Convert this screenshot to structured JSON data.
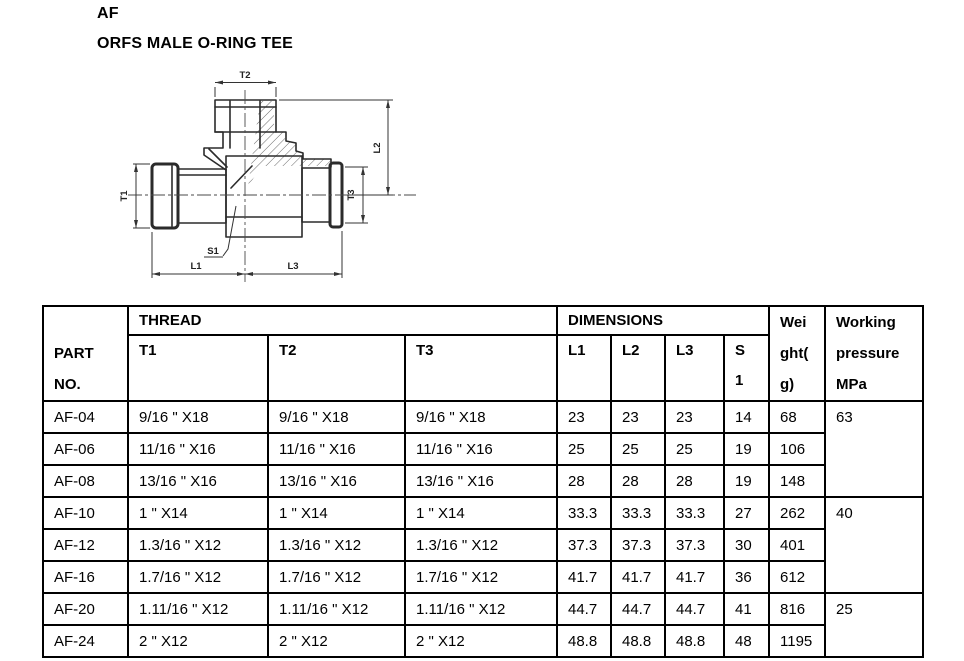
{
  "page": {
    "title": "AF",
    "subtitle": "ORFS MALE O-RING TEE"
  },
  "diagram": {
    "labels": {
      "t1": "T1",
      "t2": "T2",
      "t3": "T3",
      "l1": "L1",
      "l2": "L2",
      "l3": "L3",
      "s1": "S1"
    }
  },
  "table": {
    "header": {
      "part_no_lines": [
        "PART",
        "NO."
      ],
      "thread": "THREAD",
      "dimensions": "DIMENSIONS",
      "t1": "T1",
      "t2": "T2",
      "t3": "T3",
      "l1": "L1",
      "l2": "L2",
      "l3": "L3",
      "s1_lines": [
        "S",
        "1"
      ],
      "weight_lines": [
        "Wei",
        "ght(",
        "g)"
      ],
      "pressure_lines": [
        "Working",
        "pressure",
        "MPa"
      ]
    },
    "rows": [
      {
        "part": "AF-04",
        "t1": "9/16 \" X18",
        "t2": "9/16 \" X18",
        "t3": "9/16 \" X18",
        "l1": "23",
        "l2": "23",
        "l3": "23",
        "s1": "14",
        "weight": "68",
        "pressure": "63"
      },
      {
        "part": "AF-06",
        "t1": "11/16 \" X16",
        "t2": "11/16 \" X16",
        "t3": "11/16 \" X16",
        "l1": "25",
        "l2": "25",
        "l3": "25",
        "s1": "19",
        "weight": "106"
      },
      {
        "part": "AF-08",
        "t1": "13/16 \" X16",
        "t2": "13/16 \" X16",
        "t3": "13/16 \" X16",
        "l1": "28",
        "l2": "28",
        "l3": "28",
        "s1": "19",
        "weight": "148"
      },
      {
        "part": "AF-10",
        "t1": "1 \" X14",
        "t2": "1 \" X14",
        "t3": "1 \" X14",
        "l1": "33.3",
        "l2": "33.3",
        "l3": "33.3",
        "s1": "27",
        "weight": "262",
        "pressure": "40"
      },
      {
        "part": "AF-12",
        "t1": "1.3/16 \" X12",
        "t2": "1.3/16 \" X12",
        "t3": "1.3/16 \" X12",
        "l1": "37.3",
        "l2": "37.3",
        "l3": "37.3",
        "s1": "30",
        "weight": "401"
      },
      {
        "part": "AF-16",
        "t1": "1.7/16 \" X12",
        "t2": "1.7/16 \" X12",
        "t3": "1.7/16 \" X12",
        "l1": "41.7",
        "l2": "41.7",
        "l3": "41.7",
        "s1": "36",
        "weight": "612"
      },
      {
        "part": "AF-20",
        "t1": "1.11/16 \" X12",
        "t2": "1.11/16 \" X12",
        "t3": "1.11/16 \" X12",
        "l1": "44.7",
        "l2": "44.7",
        "l3": "44.7",
        "s1": "41",
        "weight": "816",
        "pressure": "25"
      },
      {
        "part": "AF-24",
        "t1": "2 \" X12",
        "t2": "2 \" X12",
        "t3": "2 \" X12",
        "l1": "48.8",
        "l2": "48.8",
        "l3": "48.8",
        "s1": "48",
        "weight": "1195"
      }
    ]
  }
}
